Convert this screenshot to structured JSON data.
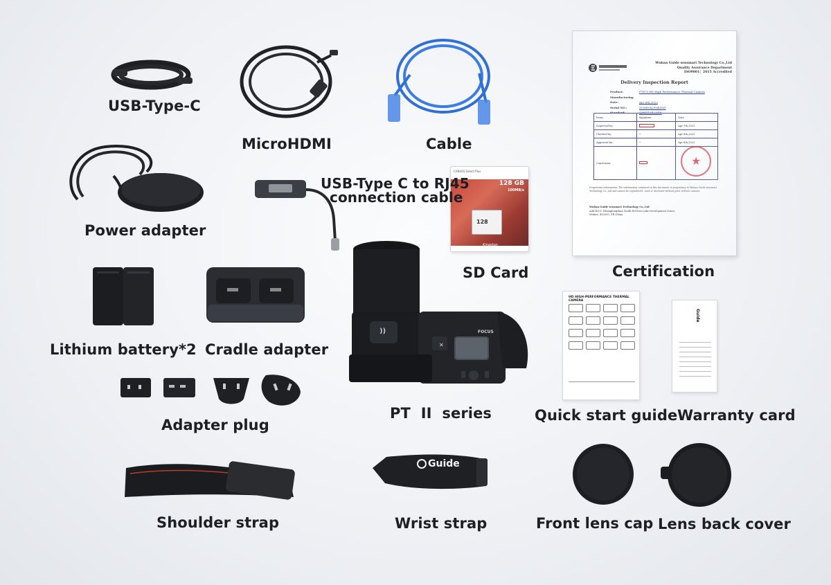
{
  "labels": {
    "usb_type_c": "USB-Type-C",
    "microhdmi": "MicroHDMI",
    "cable": "Cable",
    "power_adapter": "Power adapter",
    "rj45_line1": "USB-Type C to RJ45",
    "rj45_line2": "connection cable",
    "sd_card": "SD Card",
    "certification": "Certification",
    "lithium_battery": "Lithium battery*2",
    "cradle_adapter": "Cradle adapter",
    "adapter_plug": "Adapter plug",
    "pt_series": "PT  II  series",
    "quick_start_guide": "Quick start guide",
    "warranty_card": "Warranty card",
    "shoulder_strap": "Shoulder strap",
    "wrist_strap": "Wrist strap",
    "front_lens_cap": "Front lens cap",
    "lens_back_cover": "Lens back cover"
  },
  "camera": {
    "focus_label": "FOCUS",
    "nfc_symbol": "))"
  },
  "wrist_strap_brand": "Guide",
  "sd": {
    "top_text": "CANVAS Select Plus",
    "capacity": "128 GB",
    "speed": "100MB/s",
    "brand": "Kingston"
  },
  "certificate": {
    "company": "Wuhan Guide sensmart Technology Co.,Ltd",
    "department": "Quality Assurance Department",
    "iso": "ISO9001：2015 Accredited",
    "title": "Delivery  Inspection  Report",
    "fields": [
      {
        "k": "Product:",
        "v": "PT870 HD High Performance Thermal Camera"
      },
      {
        "k": "Manufacturing Date:",
        "v": "Apr 6th,2023"
      },
      {
        "k": "Serial NO.:",
        "v": "ZCMD0629040005"
      },
      {
        "k": "Standard:",
        "v": "Q/WGZ 01-2018"
      }
    ],
    "table_head": [
      "Items",
      "Signature",
      "Date"
    ],
    "table_rows": [
      [
        "Inspected by:",
        "",
        "Apr 7th,2023"
      ],
      [
        "Checked by:",
        "",
        "Apr 8th,2023"
      ],
      [
        "Approved by:",
        "",
        "Apr 8th,2023"
      ],
      [
        "Conclusion:",
        "",
        ""
      ]
    ],
    "note": "Proprietary Information: The information contained in this document is proprietary to Wuhan Guide sensmart Technology Co.,Ltd and cannot be reproduced, used or disclosed without prior written consent.",
    "addr_company": "Wuhan Guide sensmart Technology Co.,Ltd",
    "addr_line1": "Add:NO.6, Huanglongshan South Rd East Lake Development Zones,",
    "addr_line2": "Wuhan, 430205, P.R.China"
  },
  "quick_start": {
    "title": "HD HIGH-PERFORMANCE THERMAL CAMERA"
  },
  "warranty": {
    "brand": "Guide"
  },
  "colors": {
    "background": "#eef0f4",
    "label_text": "#1d1f23",
    "ethernet_cable": "#2f6fd6",
    "device_black": "#1c1e22",
    "stamp_red": "#d62a34"
  }
}
